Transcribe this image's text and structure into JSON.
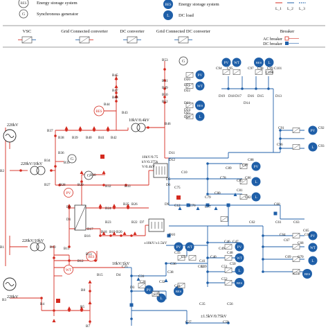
{
  "legend": {
    "bes_symbol": "BES",
    "bes_label": "Energy storage system",
    "bes_label_2": "Energy storage system",
    "g_symbol": "G",
    "g_label": "Synchronous generator",
    "l_symbol": "L",
    "l_label": "DC load",
    "line_keys": [
      "L_1",
      "L_2",
      "L_3"
    ],
    "converters": [
      "VSC",
      "Grid Connected converter",
      "DC converter",
      "Grid Connected DC converter",
      "Breaker"
    ],
    "ac_breaker": "AC breaker",
    "dc_breaker": "DC breaker"
  },
  "colors": {
    "ac": "#d42a1f",
    "dc": "#1f5fa8",
    "node_fill": "#2a5ea8",
    "legend_rule": "#3a3a3a"
  },
  "sources": {
    "grid1": "220kV",
    "grid2": "220kV",
    "pv": "PV",
    "wt": "WT",
    "bes": "BES",
    "g": "G",
    "l": "L"
  },
  "transformers": {
    "t1": "220kV/10kV",
    "t2": "220kV/10kV",
    "t3": "10kV/0.4kV",
    "t4_a": "10kV/0.75",
    "t4_b": "kV/0.375k",
    "t4_c": "V/0.4kV",
    "t5": "±10kV/±1.5kV",
    "t6": "10kV/1kV",
    "t7": "±1.5kV/0.75kV"
  },
  "buses_ac": [
    "B1",
    "B2",
    "B3",
    "B4",
    "B5",
    "B7",
    "B8",
    "B10",
    "B11",
    "B12",
    "B13",
    "B15",
    "B16",
    "B17",
    "B18",
    "B19",
    "B20",
    "B22",
    "B23",
    "B24",
    "B25",
    "B26",
    "B27",
    "B28",
    "B29",
    "B30",
    "B32",
    "B33",
    "B34",
    "B35",
    "B36",
    "B37",
    "B38",
    "B39",
    "B40",
    "B41",
    "B42",
    "B43",
    "B44",
    "B45",
    "B46",
    "B47",
    "B48",
    "B49",
    "B50",
    "B51",
    "B52",
    "B53"
  ],
  "buses_dc": [
    "D1",
    "D2",
    "D3",
    "D4",
    "D5",
    "D6",
    "D7",
    "D9",
    "D10",
    "D11",
    "D12",
    "D13",
    "D14",
    "D15",
    "D16",
    "D17",
    "D18",
    "D19",
    "D20",
    "D21",
    "D22",
    "D23",
    "D24",
    "D25",
    "D26"
  ],
  "buses_c": [
    "C10",
    "C12",
    "C25",
    "C27",
    "C28",
    "C29",
    "C31",
    "C32",
    "C33",
    "C34",
    "C35",
    "C36",
    "C37",
    "C38",
    "C39",
    "C40",
    "C41",
    "C44",
    "C46",
    "C47",
    "C48",
    "C49",
    "C50",
    "C51",
    "C52",
    "C56",
    "C59",
    "C60",
    "C61",
    "C62",
    "C63",
    "C64",
    "C65",
    "C66",
    "C67",
    "C68",
    "C69",
    "C70",
    "C71",
    "C75",
    "C76",
    "C77",
    "C78",
    "C79",
    "C80",
    "C81",
    "C82",
    "C85",
    "C86",
    "C87",
    "C88",
    "C89",
    "C91",
    "C92",
    "C93",
    "C94",
    "C95",
    "C96",
    "C97",
    "C98",
    "C99",
    "C100",
    "C101"
  ]
}
